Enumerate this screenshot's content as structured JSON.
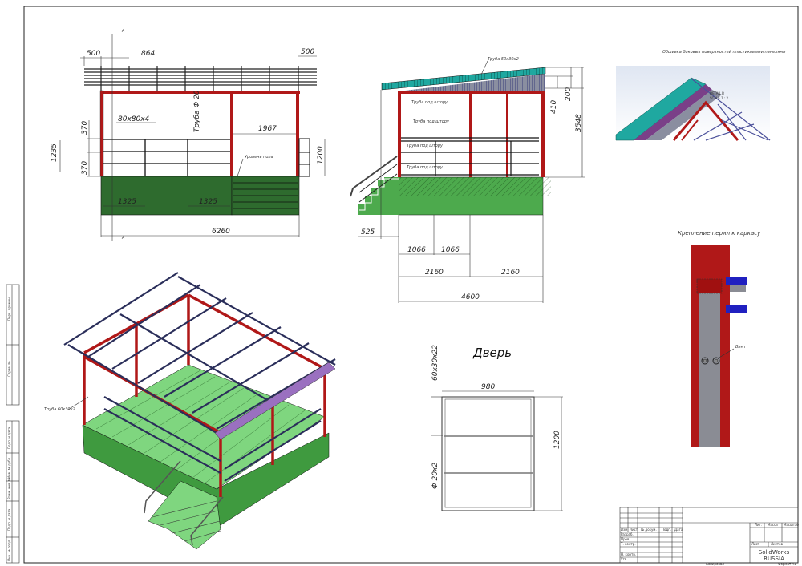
{
  "front_view": {
    "dims": {
      "overhang_left": "500",
      "spacing": "864",
      "overhang_right": "500",
      "post_section": "80x80x4",
      "pipe": "Труба Ф 20",
      "door_width": "1967",
      "rail_gap_top": "370",
      "rail_gap_bottom": "370",
      "height_left": "1235",
      "height_right": "1200",
      "span_left": "1325",
      "span_right": "1325",
      "total_width": "6260"
    },
    "labels": {
      "floor_level": "Уровень пола",
      "section_mark": "A"
    }
  },
  "side_view": {
    "labels": {
      "roof_pipe": "Труба 50х30х2",
      "curtain_pipe_1": "Труба под штору",
      "curtain_pipe_2": "Труба под штору",
      "curtain_pipe_3": "Труба под штору",
      "curtain_pipe_4": "Труба под штору"
    },
    "dims": {
      "d200": "200",
      "d410": "410",
      "d3548": "3548",
      "d525": "525",
      "d1066a": "1066",
      "d1066b": "1066",
      "d2160a": "2160",
      "d2160b": "2160",
      "d4600": "4600"
    }
  },
  "detail_view": {
    "caption": "Обшивка боковых поверхностей пластиковыми панелями",
    "detail_label": "DETAIL B",
    "scale_label": "SCALE 1 : 2"
  },
  "railing_detail": {
    "title": "Крепление перил к каркасу",
    "screw_label": "Винт"
  },
  "isometric": {
    "pipe_label": "Труба 60х30х2"
  },
  "door": {
    "title": "Дверь",
    "frame_section": "60x30x22",
    "rail_pipe": "Ф 20x2",
    "width": "980",
    "height": "1200"
  },
  "left_margin": [
    "Перв. примен.",
    "Справ. №",
    "Подп. и дата",
    "Инв. № дубл.",
    "Взам. инв. №",
    "Подп. и дата",
    "Инв. № подл."
  ],
  "title_block": {
    "headers": [
      "Изм",
      "Лист",
      "№ докум.",
      "Подп.",
      "Дата"
    ],
    "roles": [
      "Разраб.",
      "Пров.",
      "Т. контр.",
      "",
      "Н. контр.",
      "Утв."
    ],
    "lit": "Лит.",
    "mass": "Масса",
    "scale": "Масштаб",
    "sheet": "Лист",
    "sheets": "Листов",
    "company_1": "SolidWorks",
    "company_2": "RUSSIA",
    "copied": "Копировал",
    "format": "Формат A1"
  },
  "colors": {
    "frame_red": "#b01818",
    "floor_green": "#2e6b2e",
    "iso_green": "#7fd67f",
    "roof_teal": "#1fa8a0",
    "steel_blue": "#3a3f7a"
  }
}
